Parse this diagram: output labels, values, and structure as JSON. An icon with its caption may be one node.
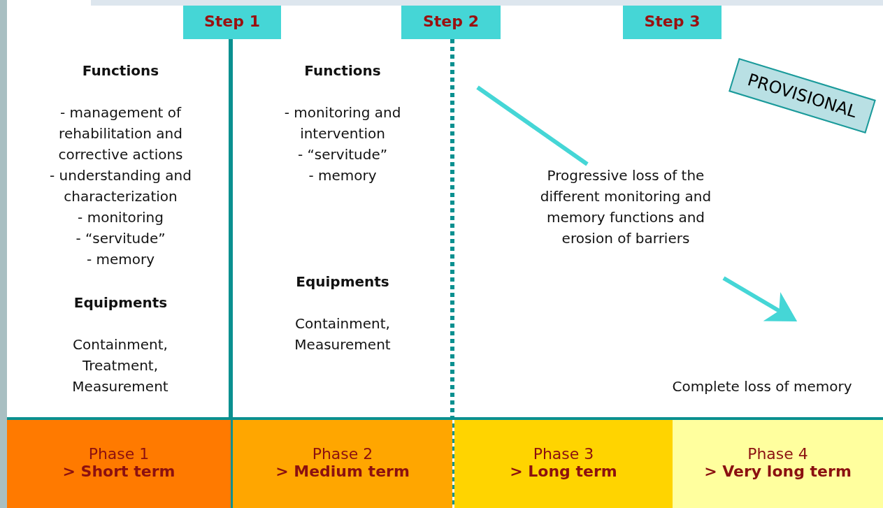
{
  "diagram": {
    "nodes": [
      {
        "text": [
          "Step 1"
        ]
      },
      {
        "text": [
          "Step 2"
        ]
      },
      {
        "text": [
          "Step 3"
        ]
      },
      {
        "text": [
          "PROVISIONAL"
        ]
      },
      {
        "text": [
          "Phase 1",
          "> Short term"
        ]
      },
      {
        "text": [
          "Phase 2",
          "> Medium term"
        ]
      },
      {
        "text": [
          "Phase 3",
          "> Long term"
        ]
      },
      {
        "text": [
          "Phase 4",
          "> Very long term"
        ]
      }
    ],
    "edges": [],
    "labels": [
      "Functions",
      "- management of rehabilitation and corrective actions",
      "- understanding and characterization",
      "- monitoring",
      "- “servitude”",
      "- memory",
      "Equipments",
      "Containment, Treatment, Measurement",
      "Functions",
      "- monitoring and intervention",
      "- “servitude”",
      "- memory",
      "Equipments",
      "Containment, Measurement",
      "Progressive loss of the different monitoring and memory functions and erosion of barriers",
      "Complete loss of memory"
    ]
  }
}
